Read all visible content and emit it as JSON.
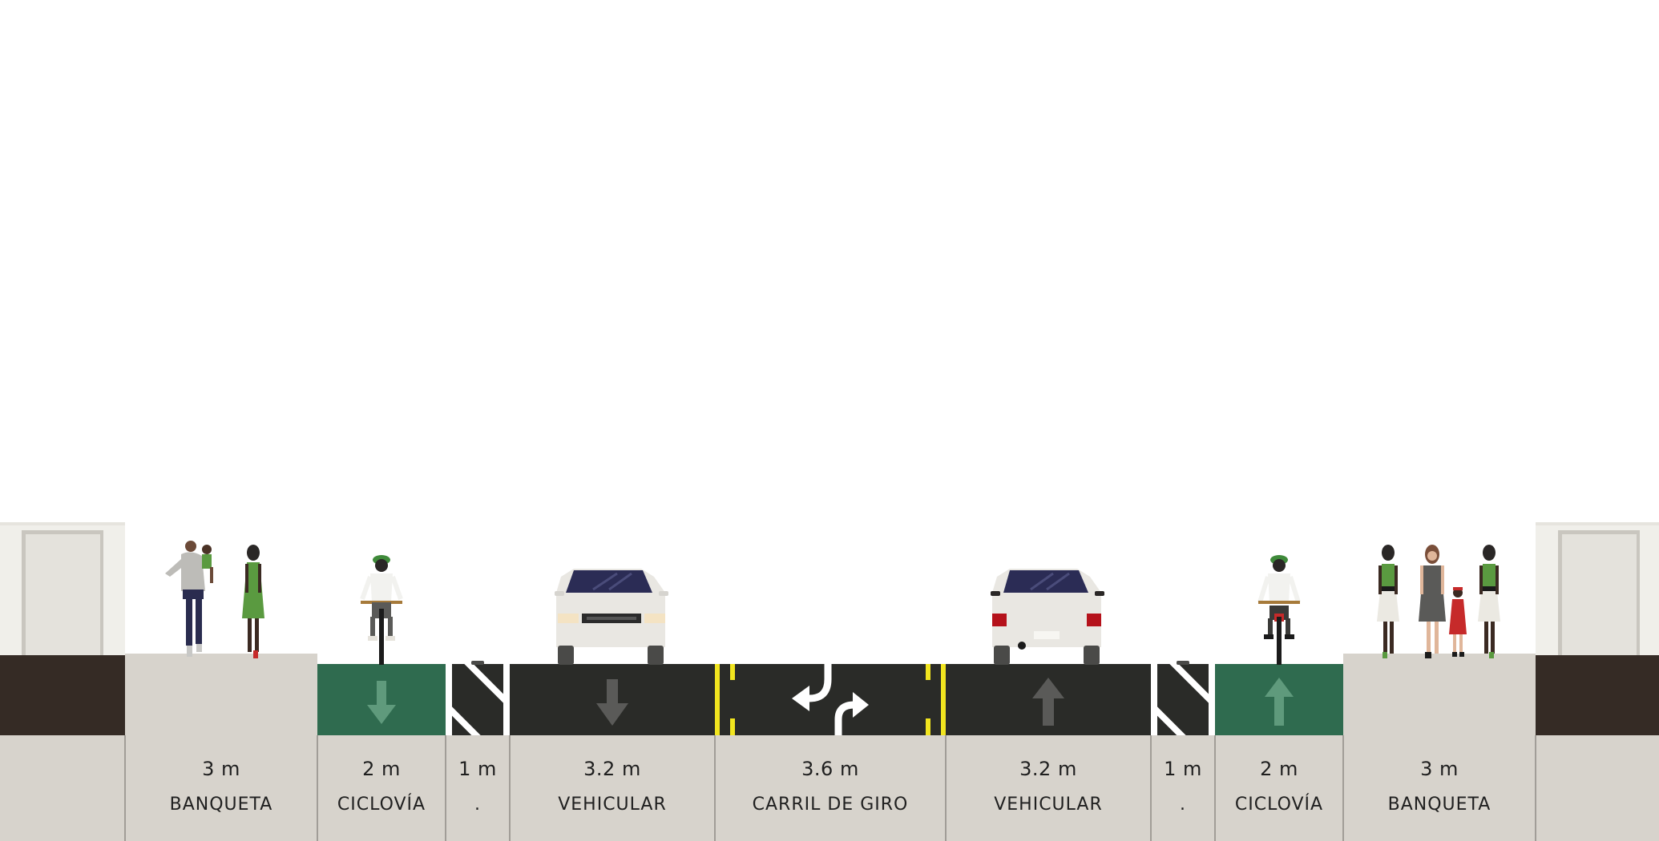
{
  "street": {
    "segments": [
      {
        "id": "sidewalk-left",
        "type": "sidewalk",
        "width_label": "3 m",
        "name": "BANQUETA"
      },
      {
        "id": "bike-left",
        "type": "bike-lane",
        "direction": "down",
        "width_label": "2 m",
        "name": "CICLOVÍA"
      },
      {
        "id": "buffer-left",
        "type": "buffer",
        "width_label": "1 m",
        "name": "."
      },
      {
        "id": "drive-left",
        "type": "drive-lane",
        "direction": "down",
        "width_label": "3.2 m",
        "name": "VEHICULAR"
      },
      {
        "id": "turn-center",
        "type": "turn-lane",
        "width_label": "3.6 m",
        "name": "CARRIL DE GIRO"
      },
      {
        "id": "drive-right",
        "type": "drive-lane",
        "direction": "up",
        "width_label": "3.2 m",
        "name": "VEHICULAR"
      },
      {
        "id": "buffer-right",
        "type": "buffer",
        "width_label": "1 m",
        "name": "."
      },
      {
        "id": "bike-right",
        "type": "bike-lane",
        "direction": "up",
        "width_label": "2 m",
        "name": "CICLOVÍA"
      },
      {
        "id": "sidewalk-right",
        "type": "sidewalk",
        "width_label": "3 m",
        "name": "BANQUETA"
      }
    ]
  },
  "colors": {
    "asphalt": "#2a2b28",
    "bike_lane": "#2f6b4f",
    "sidewalk": "#d7d3cc",
    "building_base": "#352b25",
    "building_wall": "#f0efea",
    "yellow_marking": "#f1e51f",
    "arrow_gray": "#5a5a58",
    "bike_arrow": "#5f9a7c"
  },
  "icons": {
    "building_left": "building-door-icon",
    "building_right": "building-door-icon",
    "car_front": "car-front-icon",
    "car_rear": "car-rear-icon",
    "cyclist": "cyclist-icon",
    "pedestrian": "pedestrian-icon",
    "turn_arrow": "two-way-turn-arrow-icon",
    "lane_arrow": "lane-arrow-icon"
  }
}
